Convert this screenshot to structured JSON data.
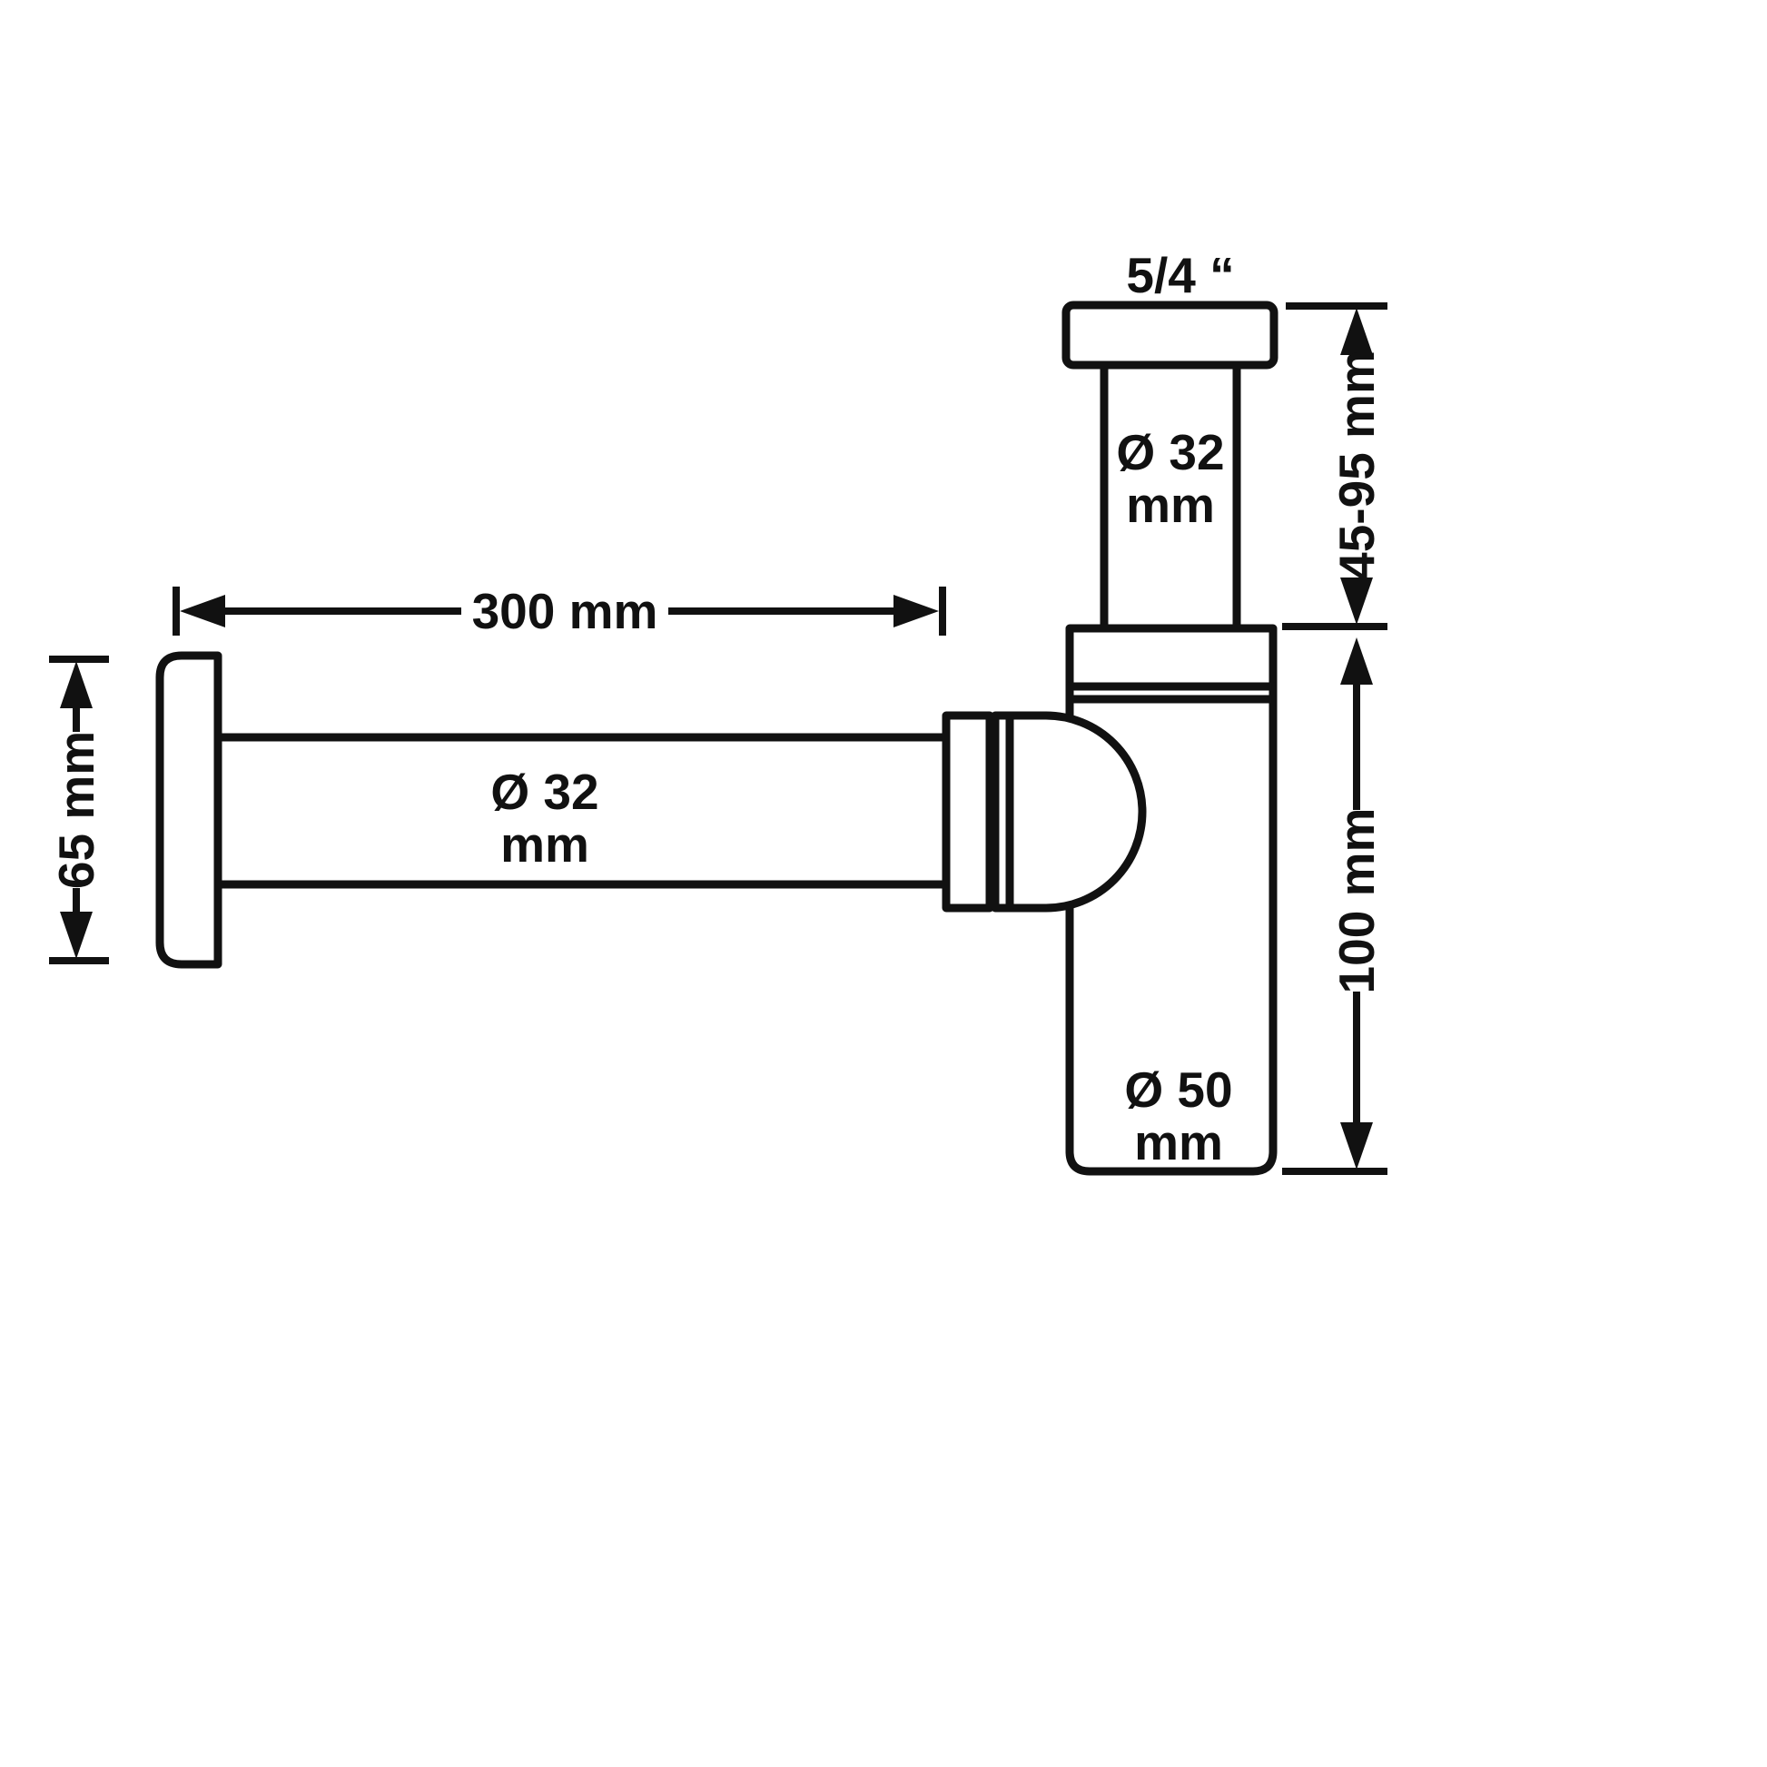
{
  "diagram": {
    "labels": {
      "thread": "5/4 “",
      "inlet_line1": "Ø 32",
      "inlet_line2": "mm",
      "pipe_line1": "Ø 32",
      "pipe_line2": "mm",
      "body_line1": "Ø 50",
      "body_line2": "mm"
    },
    "dims": {
      "length": "300 mm",
      "rosette": "65 mm",
      "inlet_range": "45-95 mm",
      "body_height": "100 mm"
    },
    "colors": {
      "line": "#111111",
      "background": "#ffffff"
    }
  }
}
